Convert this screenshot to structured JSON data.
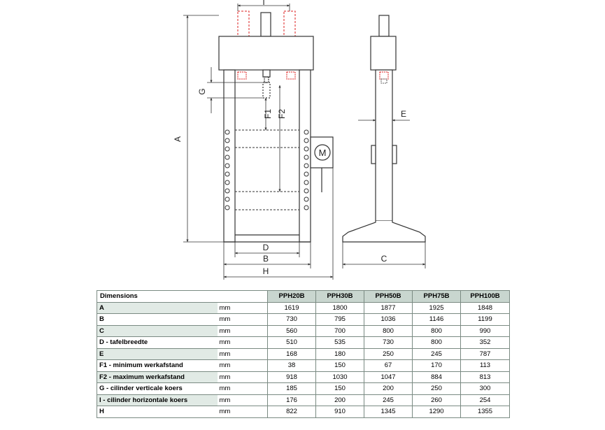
{
  "drawing": {
    "front_labels": {
      "I": "I",
      "G": "G",
      "F1": "F1",
      "F2": "F2",
      "A": "A",
      "D": "D",
      "B": "B",
      "H": "H",
      "M": "M"
    },
    "side_labels": {
      "E": "E",
      "C": "C"
    }
  },
  "table": {
    "header_label": "Dimensions",
    "models": [
      "PPH20B",
      "PPH30B",
      "PPH50B",
      "PPH75B",
      "PPH100B"
    ],
    "rows": [
      {
        "label": "A",
        "unit": "mm",
        "values": [
          "1619",
          "1800",
          "1877",
          "1925",
          "1848"
        ]
      },
      {
        "label": "B",
        "unit": "mm",
        "values": [
          "730",
          "795",
          "1036",
          "1146",
          "1199"
        ]
      },
      {
        "label": "C",
        "unit": "mm",
        "values": [
          "560",
          "700",
          "800",
          "800",
          "990"
        ]
      },
      {
        "label": "D - tafelbreedte",
        "unit": "mm",
        "values": [
          "510",
          "535",
          "730",
          "800",
          "352"
        ]
      },
      {
        "label": "E",
        "unit": "mm",
        "values": [
          "168",
          "180",
          "250",
          "245",
          "787"
        ]
      },
      {
        "label": "F1 - minimum werkafstand",
        "unit": "mm",
        "values": [
          "38",
          "150",
          "67",
          "170",
          "113"
        ]
      },
      {
        "label": "F2 - maximum werkafstand",
        "unit": "mm",
        "values": [
          "918",
          "1030",
          "1047",
          "884",
          "813"
        ]
      },
      {
        "label": "G - cilinder verticale koers",
        "unit": "mm",
        "values": [
          "185",
          "150",
          "200",
          "250",
          "300"
        ]
      },
      {
        "label": "I - cilinder horizontale koers",
        "unit": "mm",
        "values": [
          "176",
          "200",
          "245",
          "260",
          "254"
        ]
      },
      {
        "label": "H",
        "unit": "mm",
        "values": [
          "822",
          "910",
          "1345",
          "1290",
          "1355"
        ]
      }
    ]
  }
}
